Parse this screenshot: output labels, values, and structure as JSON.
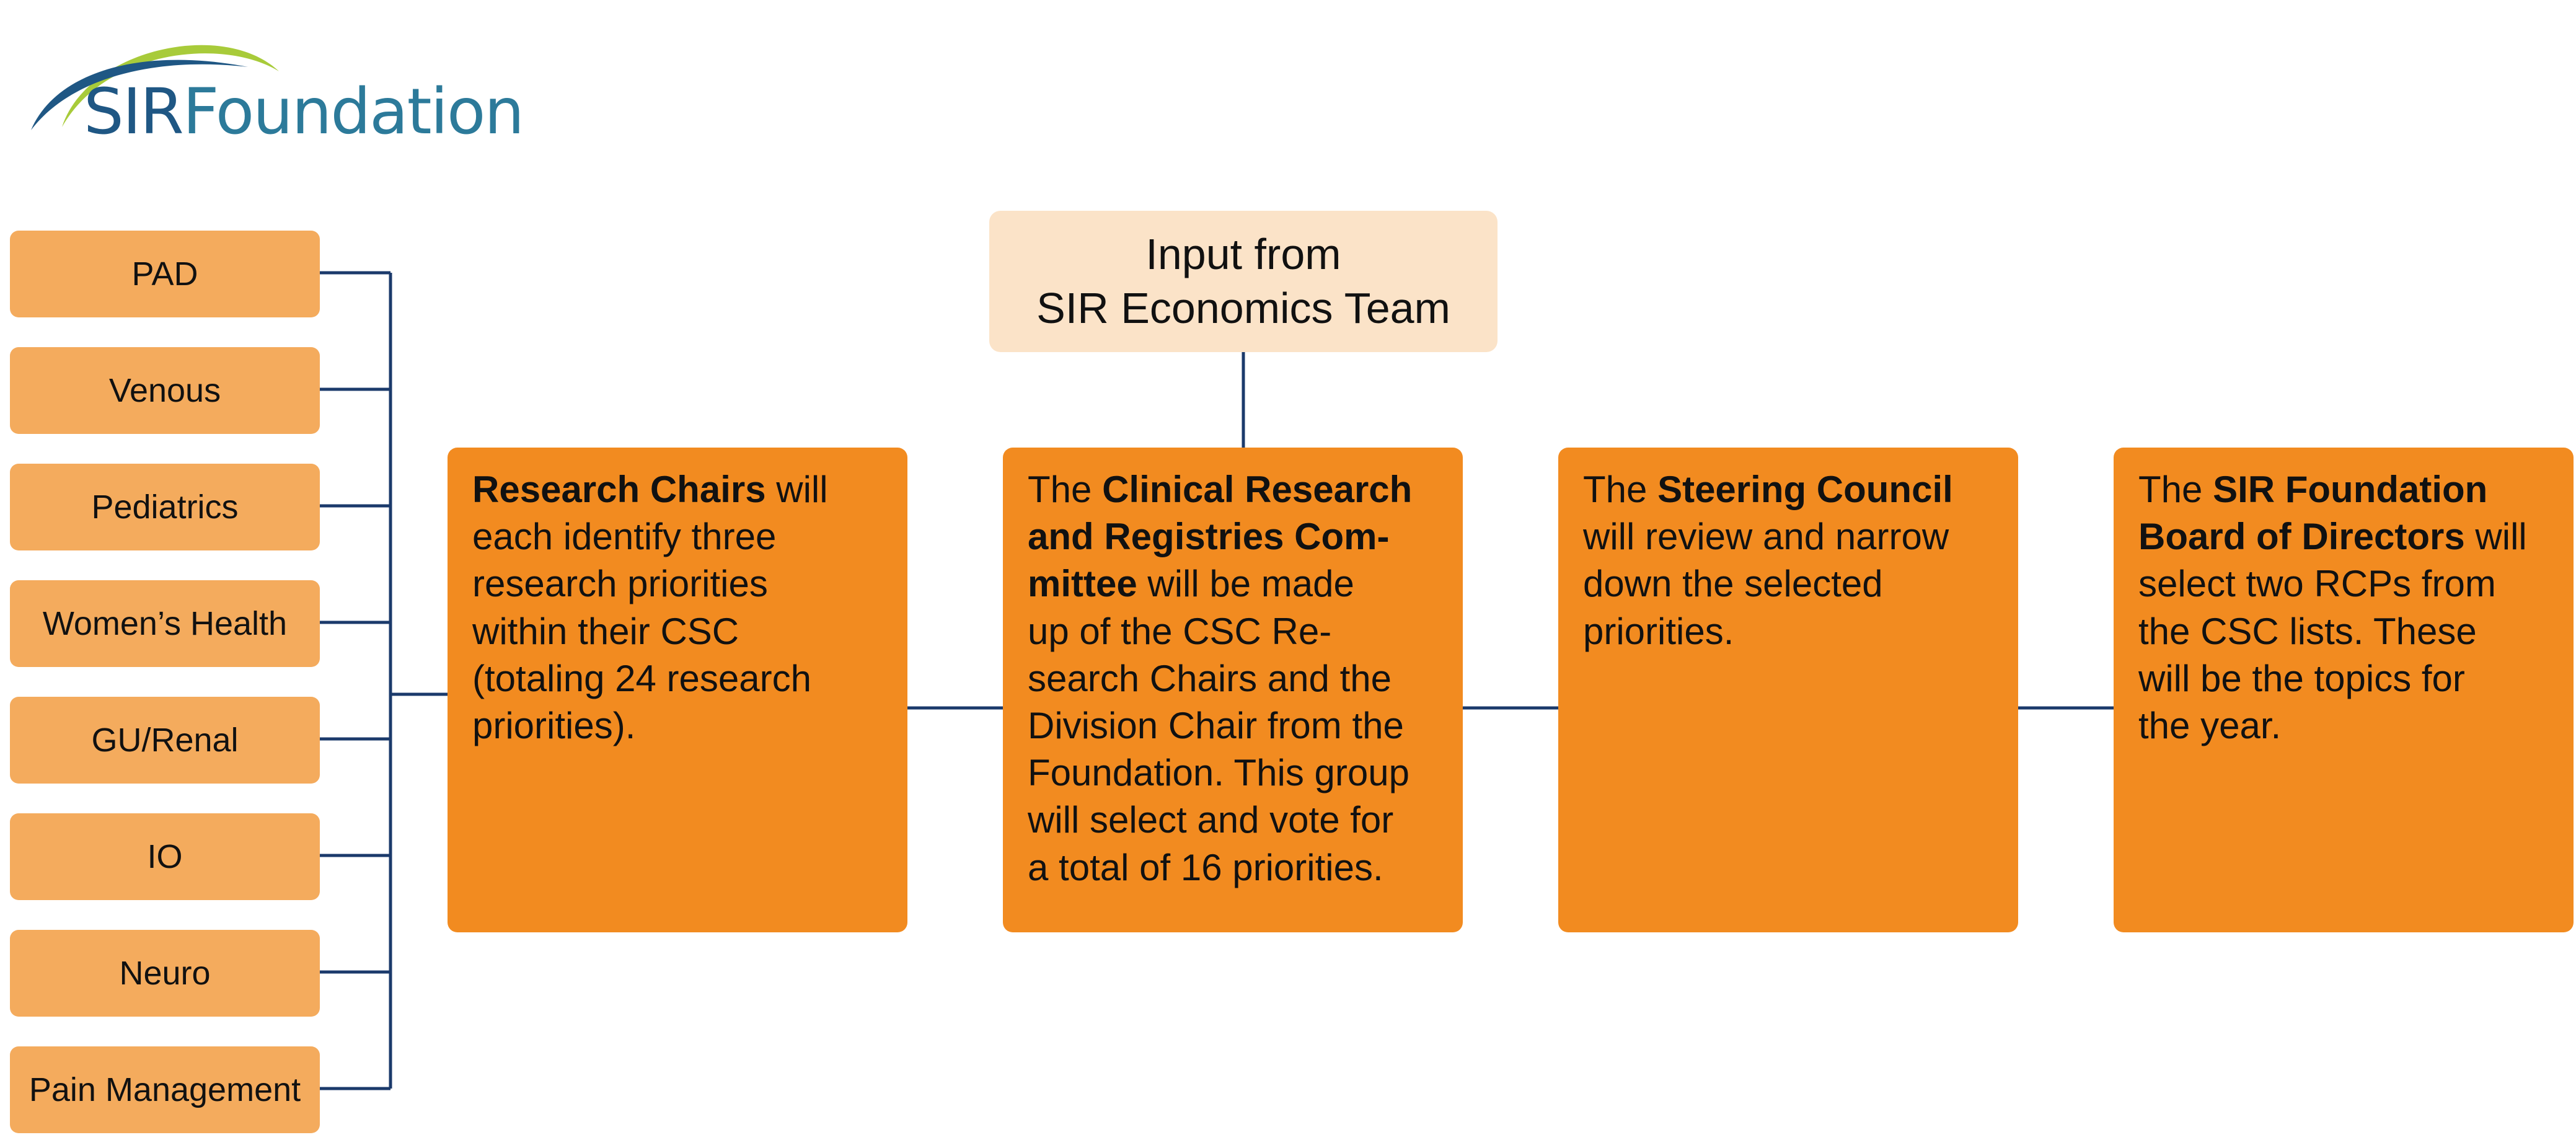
{
  "logo": {
    "sir": "SIR",
    "foundation": "Foundation"
  },
  "cscs": [
    "PAD",
    "Venous",
    "Pediatrics",
    "Women’s Health",
    "GU/Renal",
    "IO",
    "Neuro",
    "Pain Management"
  ],
  "input": {
    "line1": "Input from",
    "line2": "SIR Economics Team"
  },
  "stages": [
    {
      "lines": [
        [
          {
            "b": true,
            "t": "Research Chairs"
          },
          {
            "t": " will"
          }
        ],
        [
          {
            "t": "each identify three"
          }
        ],
        [
          {
            "t": "research priorities"
          }
        ],
        [
          {
            "t": "within their CSC"
          }
        ],
        [
          {
            "t": "(totaling 24 research"
          }
        ],
        [
          {
            "t": "priorities)."
          }
        ]
      ]
    },
    {
      "lines": [
        [
          {
            "t": "The "
          },
          {
            "b": true,
            "t": "Clinical Research"
          }
        ],
        [
          {
            "b": true,
            "t": "and Registries Com-"
          }
        ],
        [
          {
            "b": true,
            "t": "mittee"
          },
          {
            "t": " will be made"
          }
        ],
        [
          {
            "t": "up of the CSC Re-"
          }
        ],
        [
          {
            "t": "search Chairs and the"
          }
        ],
        [
          {
            "t": "Division Chair from the"
          }
        ],
        [
          {
            "t": "Foundation. This group"
          }
        ],
        [
          {
            "t": "will select and vote for"
          }
        ],
        [
          {
            "t": "a total of 16 priorities."
          }
        ]
      ]
    },
    {
      "lines": [
        [
          {
            "t": "The "
          },
          {
            "b": true,
            "t": "Steering Council"
          }
        ],
        [
          {
            "t": "will review and narrow"
          }
        ],
        [
          {
            "t": "down the selected"
          }
        ],
        [
          {
            "t": "priorities."
          }
        ]
      ]
    },
    {
      "lines": [
        [
          {
            "t": "The "
          },
          {
            "b": true,
            "t": "SIR Foundation"
          }
        ],
        [
          {
            "b": true,
            "t": "Board of Directors"
          },
          {
            "t": " will"
          }
        ],
        [
          {
            "t": "select two RCPs from"
          }
        ],
        [
          {
            "t": "the CSC lists. These"
          }
        ],
        [
          {
            "t": "will be the topics for"
          }
        ],
        [
          {
            "t": "the year."
          }
        ]
      ]
    }
  ],
  "colors": {
    "csc_box": "#f4ab5d",
    "stage_box": "#f28b20",
    "input_box": "#fbe3c8",
    "connector": "#1b3a6b",
    "logo_text": "#1f5784",
    "logo_arc_green": "#a8cb3a"
  }
}
